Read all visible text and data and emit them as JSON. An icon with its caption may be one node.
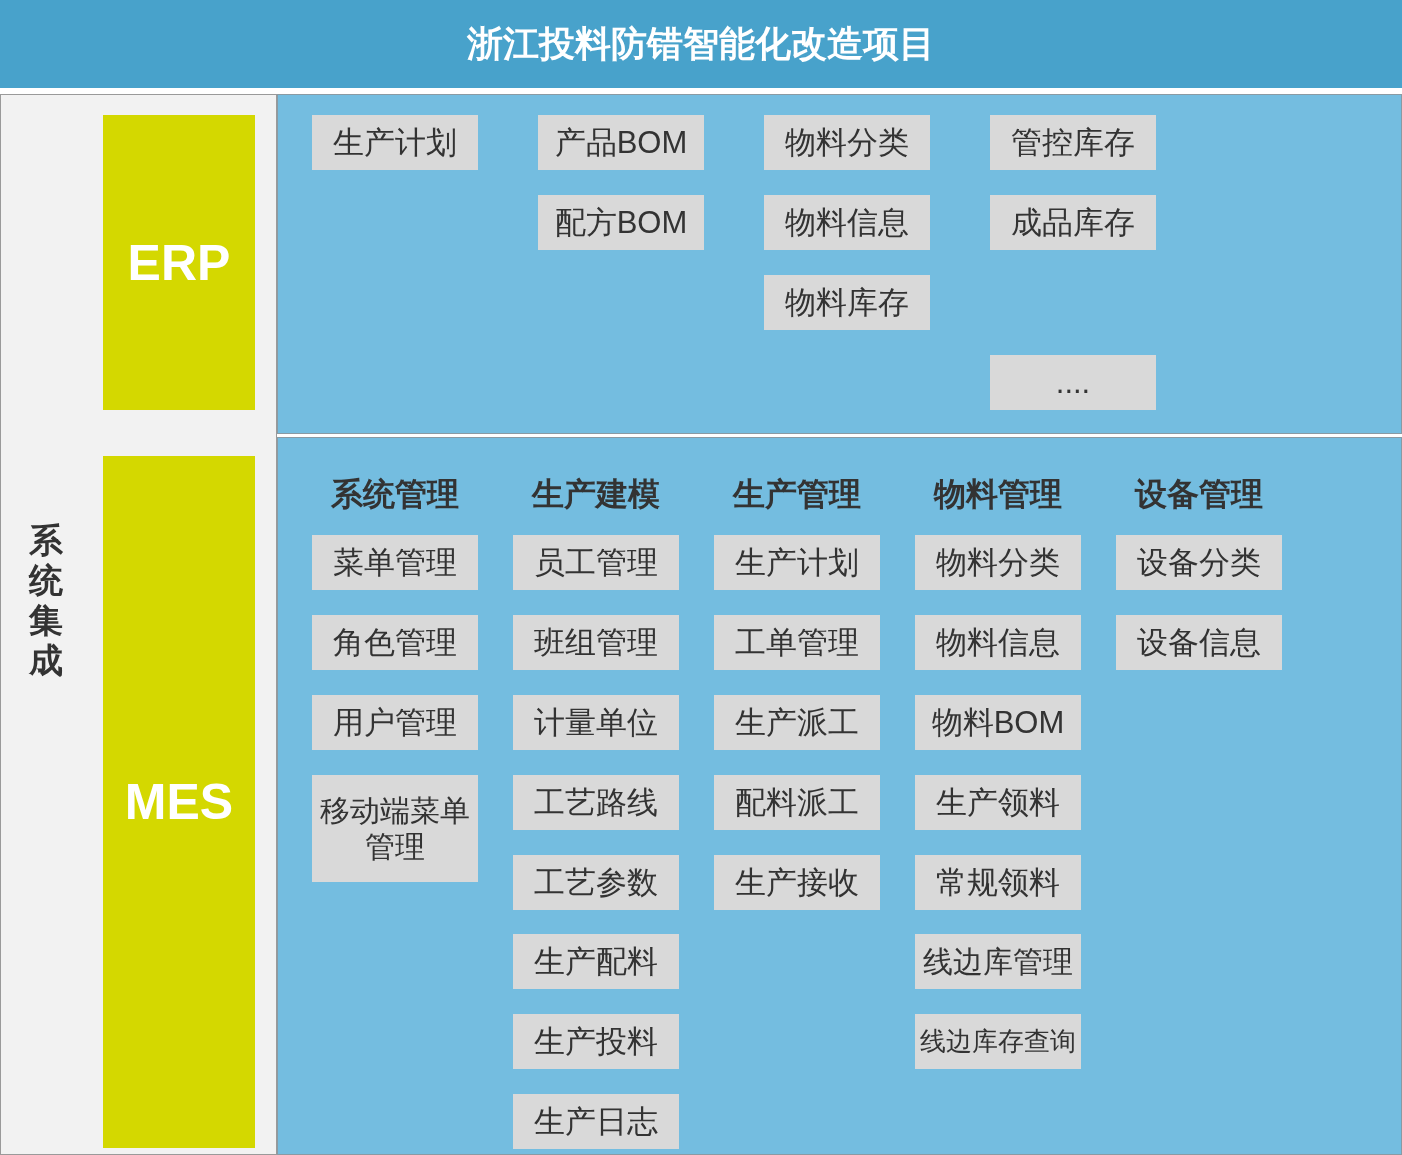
{
  "diagram": {
    "title": "浙江投料防错智能化改造项目",
    "nodes": [
      {
        "text": [
          "系统集成"
        ]
      },
      {
        "text": [
          "ERP"
        ],
        "in": 0
      },
      {
        "text": [],
        "shape": "box"
      },
      {
        "text": [
          "生产计划"
        ],
        "in": 2
      },
      {
        "text": [
          "产品BOM"
        ],
        "in": 2
      },
      {
        "text": [
          "物料分类"
        ],
        "in": 2
      },
      {
        "text": [
          "管控库存"
        ],
        "in": 2
      },
      {
        "text": [
          "配方BOM"
        ],
        "in": 2
      },
      {
        "text": [
          "物料信息"
        ],
        "in": 2
      },
      {
        "text": [
          "成品库存"
        ],
        "in": 2
      },
      {
        "text": [
          "物料库存"
        ],
        "in": 2
      },
      {
        "text": [
          "...."
        ],
        "in": 2
      },
      {
        "text": [
          "MES"
        ],
        "in": 0
      },
      {
        "text": [],
        "shape": "box"
      },
      {
        "text": [
          "菜单管理"
        ],
        "in": 13
      },
      {
        "text": [
          "角色管理"
        ],
        "in": 13
      },
      {
        "text": [
          "用户管理"
        ],
        "in": 13
      },
      {
        "text": [
          "移动端菜单管理"
        ],
        "in": 13
      },
      {
        "text": [
          "员工管理"
        ],
        "in": 13
      },
      {
        "text": [
          "班组管理"
        ],
        "in": 13
      },
      {
        "text": [
          "计量单位"
        ],
        "in": 13
      },
      {
        "text": [
          "工艺路线"
        ],
        "in": 13
      },
      {
        "text": [
          "工艺参数"
        ],
        "in": 13
      },
      {
        "text": [
          "生产配料"
        ],
        "in": 13
      },
      {
        "text": [
          "生产投料"
        ],
        "in": 13
      },
      {
        "text": [
          "生产日志"
        ],
        "in": 13
      },
      {
        "text": [
          "生产计划"
        ],
        "in": 13
      },
      {
        "text": [
          "工单管理"
        ],
        "in": 13
      },
      {
        "text": [
          "生产派工"
        ],
        "in": 13
      },
      {
        "text": [
          "配料派工"
        ],
        "in": 13
      },
      {
        "text": [
          "生产接收"
        ],
        "in": 13
      },
      {
        "text": [
          "物料分类"
        ],
        "in": 13
      },
      {
        "text": [
          "物料信息"
        ],
        "in": 13
      },
      {
        "text": [
          "物料BOM"
        ],
        "in": 13
      },
      {
        "text": [
          "生产领料"
        ],
        "in": 13
      },
      {
        "text": [
          "常规领料"
        ],
        "in": 13
      },
      {
        "text": [
          "线边库管理"
        ],
        "in": 13
      },
      {
        "text": [
          "线边库存查询"
        ],
        "in": 13
      },
      {
        "text": [
          "设备分类"
        ],
        "in": 13
      },
      {
        "text": [
          "设备信息"
        ],
        "in": 13
      }
    ],
    "labels": [
      "系统管理",
      "生产建模",
      "生产管理",
      "物料管理",
      "设备管理"
    ]
  }
}
